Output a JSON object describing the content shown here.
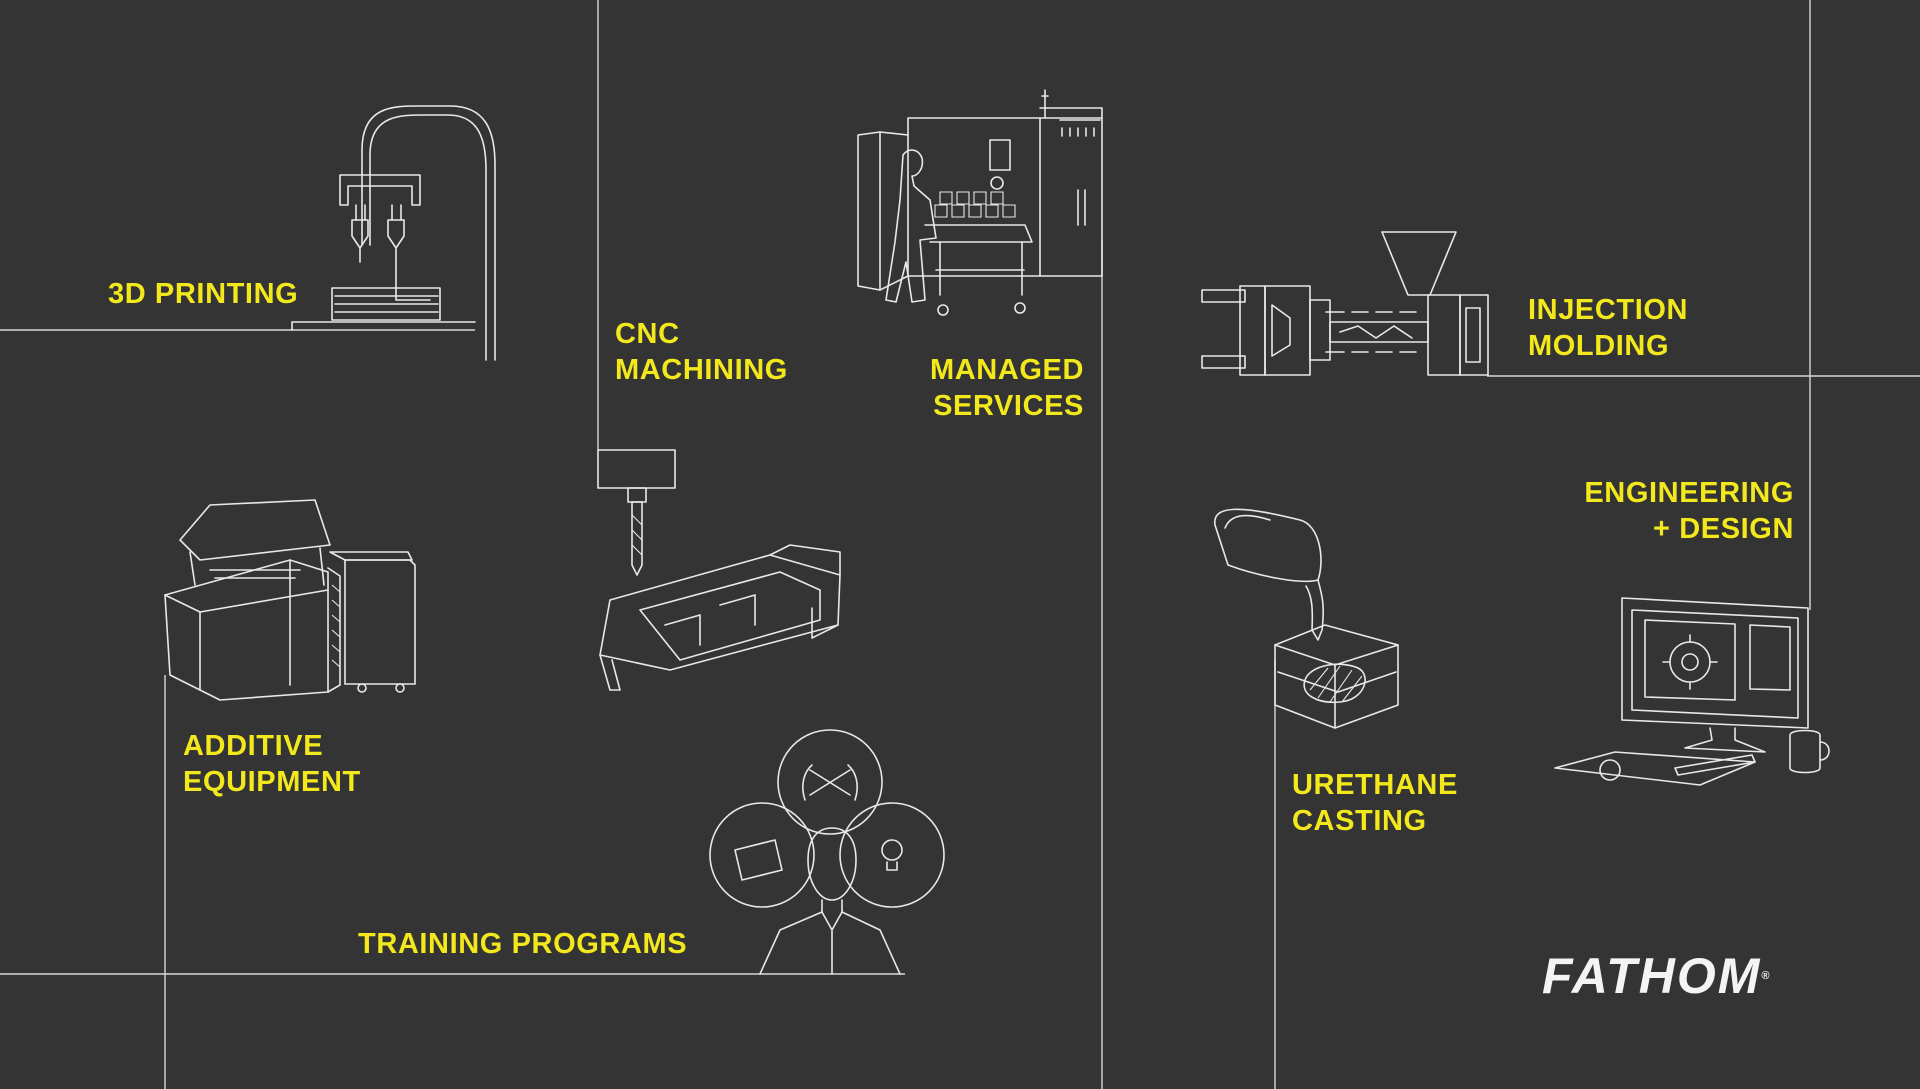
{
  "services": [
    {
      "id": "3d-printing",
      "lines": [
        "3D PRINTING"
      ]
    },
    {
      "id": "cnc-machining",
      "lines": [
        "CNC",
        "MACHINING"
      ]
    },
    {
      "id": "managed-services",
      "lines": [
        "MANAGED",
        "SERVICES"
      ]
    },
    {
      "id": "injection-molding",
      "lines": [
        "INJECTION",
        "MOLDING"
      ]
    },
    {
      "id": "engineering-design",
      "lines": [
        "ENGINEERING",
        "+ DESIGN"
      ]
    },
    {
      "id": "additive-equipment",
      "lines": [
        "ADDITIVE",
        "EQUIPMENT"
      ]
    },
    {
      "id": "training-programs",
      "lines": [
        "TRAINING PROGRAMS"
      ]
    },
    {
      "id": "urethane-casting",
      "lines": [
        "URETHANE",
        "CASTING"
      ]
    }
  ],
  "brand": {
    "name": "FATHOM",
    "mark": "®"
  },
  "colors": {
    "background": "#343434",
    "accent": "#f2e81c",
    "lineart": "#e8e8e8"
  }
}
